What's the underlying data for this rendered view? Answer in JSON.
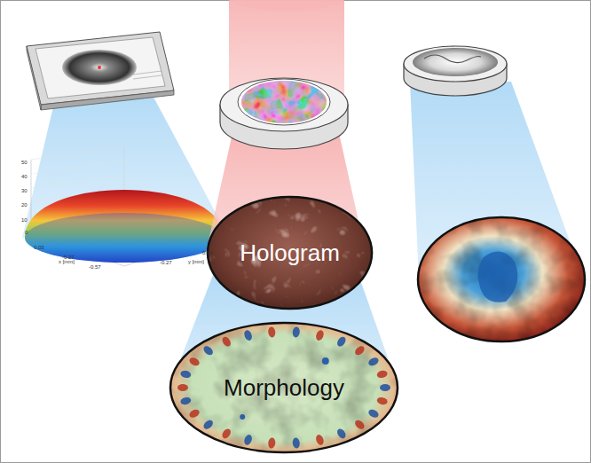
{
  "diagram": {
    "nodes": [
      {
        "text": [
          "Hologram"
        ]
      },
      {
        "text": [
          "Morphology"
        ]
      }
    ],
    "labels": [
      "50",
      "40",
      "30",
      "20",
      "10",
      "0",
      "x [mm]",
      "y [mm]",
      "0.03",
      "-0.27",
      "-0.57",
      "-0.27",
      "0.03"
    ]
  }
}
